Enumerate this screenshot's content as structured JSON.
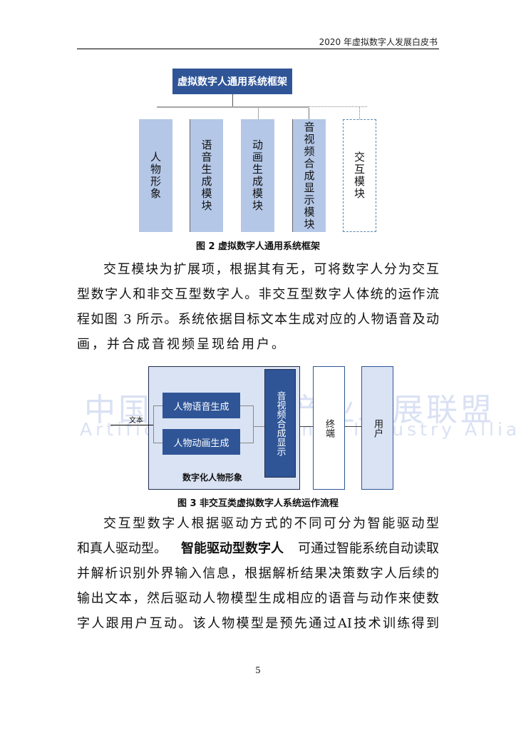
{
  "header": {
    "title": "2020 年虚拟数字人发展白皮书"
  },
  "watermark": {
    "cn": "中国人工智能产业发展联盟",
    "en": "Artificial Intelligence Industry Alliance"
  },
  "figure2": {
    "title": "虚拟数字人通用系统框架",
    "modules": [
      "人物形象",
      "语音生成模块",
      "动画生成模块",
      "音视频合成显示模块",
      "交互模块"
    ],
    "caption": "图 2  虚拟数字人通用系统框架"
  },
  "para1": [
    "交互模块为扩展项，根据其有无，可将数字人分为交互",
    "型数字人和非交互型数字人。非交互型数字人体统的运作流",
    "程如图 3 所示。系统依据目标文本生成对应的人物语音及动",
    "画，并合成音视频呈现给用户。"
  ],
  "figure3": {
    "input_label": "文本",
    "speech": "人物语音生成",
    "animation": "人物动画生成",
    "av": "音视频合成显示",
    "group_label": "数字化人物形象",
    "terminal": "终端",
    "user": "用户",
    "caption": "图 3  非交互类虚拟数字人系统运作流程"
  },
  "para2": {
    "l1": "交互型数字人根据驱动方式的不同可分为智能驱动型",
    "l2a": "和真人驱动型。",
    "l2b": "智能驱动型数字人",
    "l2c": "可通过智能系统自动读取",
    "l3": "并解析识别外界输入信息，根据解析结果决策数字人后续的",
    "l4": "输出文本，然后驱动人物模型生成相应的语音与动作来使数",
    "l5": "字人跟用户互动。该人物模型是预先通过AI技术训练得到"
  },
  "footer": {
    "page_number": "5"
  }
}
